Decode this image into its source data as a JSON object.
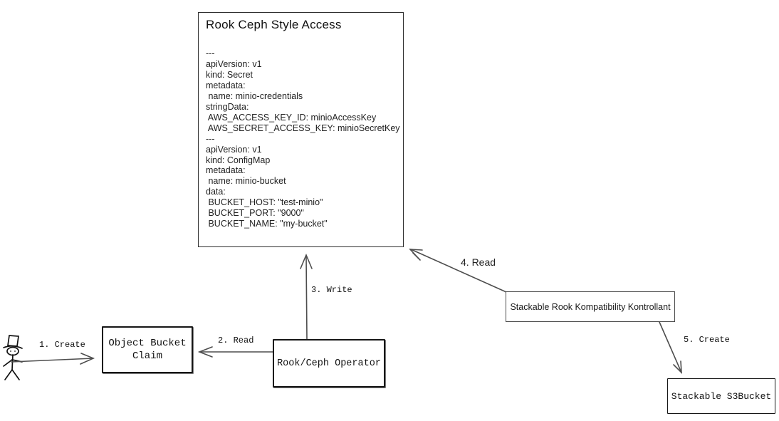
{
  "canvas": {
    "background_color": "#ffffff",
    "ink_color": "#1a1a1a",
    "arrow_color": "#4d4d4d"
  },
  "main_box": {
    "title": "Rook Ceph Style Access",
    "yaml": "---\napiVersion: v1\nkind: Secret\nmetadata:\n name: minio-credentials\nstringData:\n AWS_ACCESS_KEY_ID: minioAccessKey\n AWS_SECRET_ACCESS_KEY: minioSecretKey\n---\napiVersion: v1\nkind: ConfigMap\nmetadata:\n name: minio-bucket\ndata:\n BUCKET_HOST: \"test-minio\"\n BUCKET_PORT: \"9000\"\n BUCKET_NAME: \"my-bucket\""
  },
  "nodes": {
    "object_bucket_claim": {
      "label": "Object Bucket\nClaim"
    },
    "rook_ceph_operator": {
      "label": "Rook/Ceph Operator"
    },
    "stackable_kontrollant": {
      "label": "Stackable Rook Kompatibility Kontrollant"
    },
    "stackable_s3bucket": {
      "label": "Stackable S3Bucket"
    }
  },
  "edges": {
    "create_1": {
      "label": "1. Create"
    },
    "read_2": {
      "label": "2. Read"
    },
    "write_3": {
      "label": "3. Write"
    },
    "read_4": {
      "label": "4. Read"
    },
    "create_5": {
      "label": "5. Create"
    }
  },
  "icons": {
    "actor": "stick-figure-with-top-hat"
  }
}
